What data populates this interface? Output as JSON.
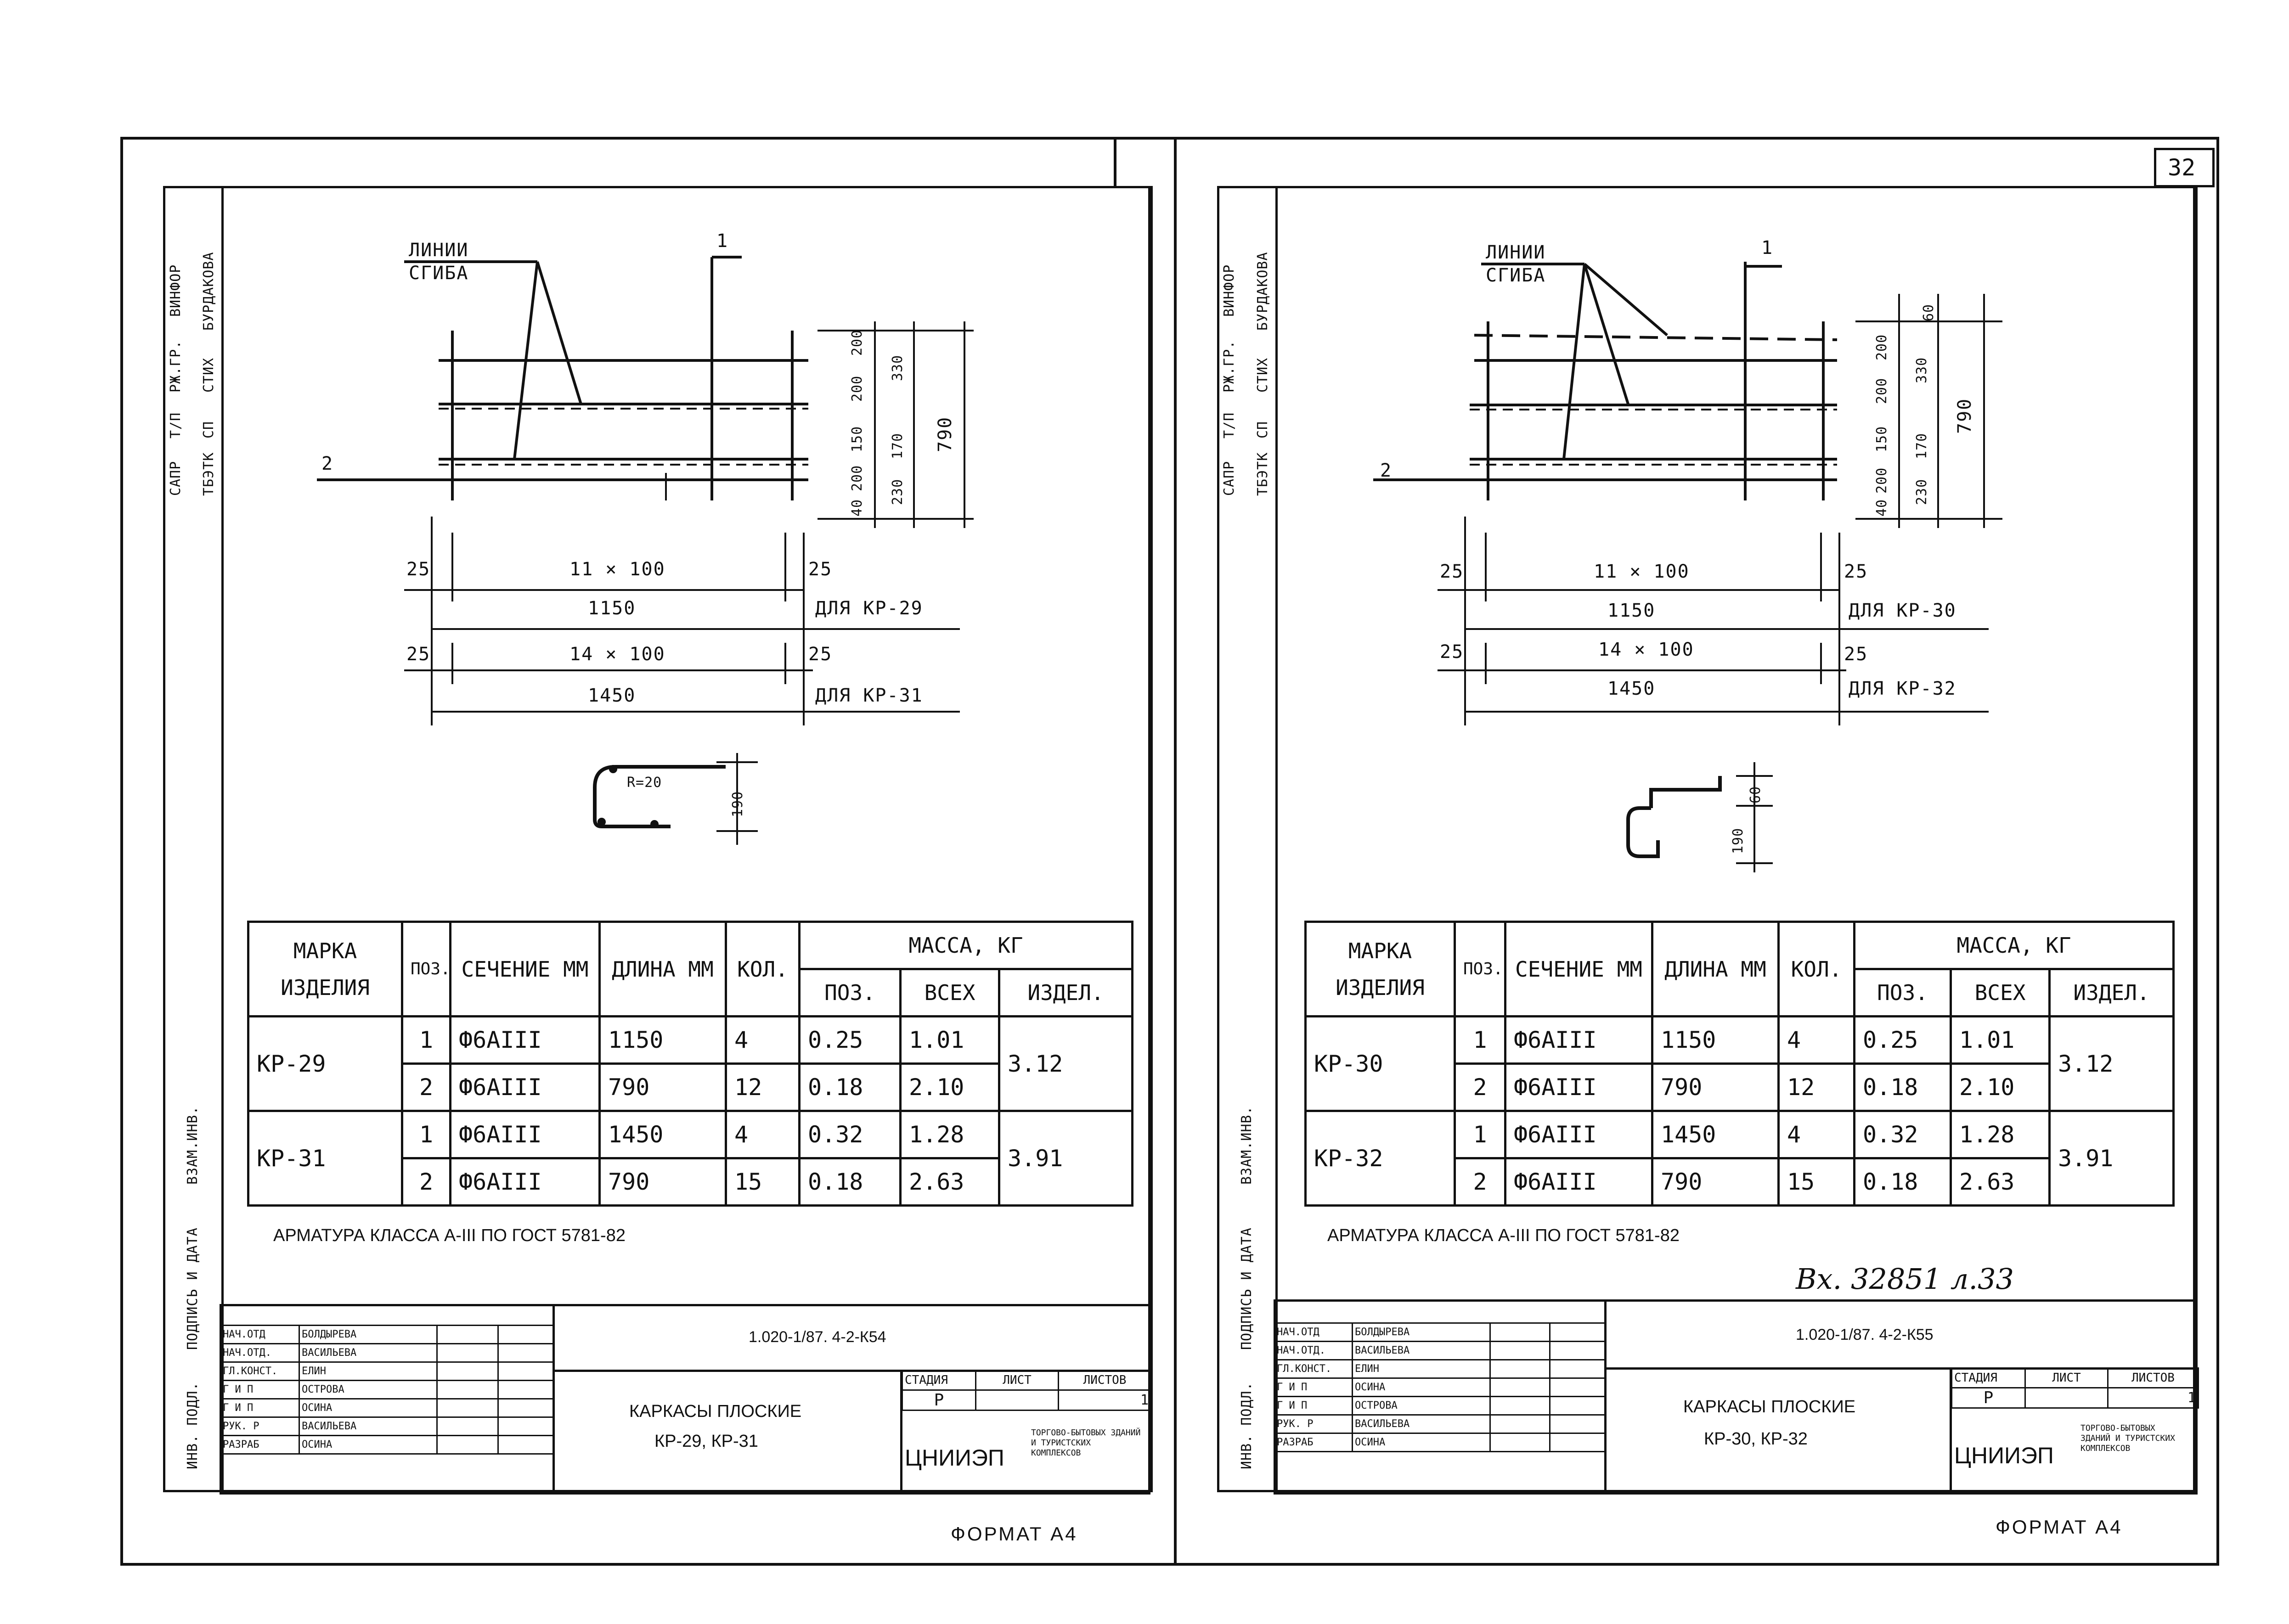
{
  "page_number": "32",
  "sheets": [
    {
      "sidebar": {
        "top": [
          [
            "САПР",
            "Т/П",
            "РЖ.ГР.",
            "ВИНФОР"
          ],
          [
            "ТБЭТК",
            "СП",
            "СТИХ",
            "БУРДАКОВА"
          ]
        ],
        "bottom": [
          "ВЗАМ.ИНВ.",
          "ПОДПИСЬ И ДАТА",
          "ИНВ. ПОДЛ."
        ]
      },
      "diagram": {
        "bend_label_1": "ЛИНИИ",
        "bend_label_2": "СГИБА",
        "leader_1": "1",
        "leader_2": "2",
        "vdims_a": [
          "200",
          "200",
          "150",
          "200",
          "40"
        ],
        "vdims_b": [
          "330",
          "170",
          "230"
        ],
        "vdims_c": "790",
        "step_1": "11 × 100",
        "total_1": "1150",
        "note_1": "ДЛЯ КР-29",
        "step_2": "14 × 100",
        "total_2": "1450",
        "note_2": "ДЛЯ КР-31",
        "end_left": "25",
        "end_right": "25",
        "bend_radius": "R=20",
        "bend_height": "190"
      },
      "table": {
        "headers": {
          "mark": "МАРКА ИЗДЕЛИЯ",
          "pos": "ПОЗ.",
          "section": "СЕЧЕНИЕ ММ",
          "length": "ДЛИНА ММ",
          "qty": "КОЛ.",
          "mass": "МАССА, КГ",
          "m_pos": "ПОЗ.",
          "m_all": "ВСЕХ",
          "m_item": "ИЗДЕЛ."
        },
        "rows": [
          {
            "mark": "КР-29",
            "pos": "1",
            "section": "Ф6АIII",
            "length": "1150",
            "qty": "4",
            "m_pos": "0.25",
            "m_all": "1.01",
            "m_item": "3.12"
          },
          {
            "mark": "",
            "pos": "2",
            "section": "Ф6АIII",
            "length": "790",
            "qty": "12",
            "m_pos": "0.18",
            "m_all": "2.10",
            "m_item": ""
          },
          {
            "mark": "КР-31",
            "pos": "1",
            "section": "Ф6АIII",
            "length": "1450",
            "qty": "4",
            "m_pos": "0.32",
            "m_all": "1.28",
            "m_item": "3.91"
          },
          {
            "mark": "",
            "pos": "2",
            "section": "Ф6АIII",
            "length": "790",
            "qty": "15",
            "m_pos": "0.18",
            "m_all": "2.63",
            "m_item": ""
          }
        ]
      },
      "note": "АРМАТУРА КЛАССА А-III ПО ГОСТ 5781-82",
      "stamp": {
        "code": "1.020-1/87.  4-2-К54",
        "roles": [
          "НАЧ.ОТД",
          "НАЧ.ОТД.",
          "ГЛ.КОНСТ.",
          "Г И П",
          "Г И П",
          "РУК. Р",
          "РАЗРАБ"
        ],
        "names": [
          "БОЛДЫРЕВА",
          "ВАСИЛЬЕВА",
          "ЕЛИН",
          "ОСТРОВА",
          "ОСИНА",
          "ВАСИЛЬЕВА",
          "ОСИНА"
        ],
        "title_1": "КАРКАСЫ ПЛОСКИЕ",
        "title_2": "КР-29, КР-31",
        "stage_h": "СТАДИЯ",
        "sheet_h": "ЛИСТ",
        "sheets_h": "ЛИСТОВ",
        "stage": "Р",
        "sheets": "1",
        "org": "ЦНИИЭП",
        "org_note": "ТОРГОВО-БЫТОВЫХ ЗДАНИЙ И ТУРИСТСКИХ КОМПЛЕКСОВ"
      },
      "format": "ФОРМАТ А4"
    },
    {
      "sidebar": {
        "top": [
          [
            "САПР",
            "Т/П",
            "РЖ.ГР.",
            "ВИНФОР"
          ],
          [
            "ТБЭТК",
            "СП",
            "СТИХ",
            "БУРДАКОВА"
          ]
        ],
        "bottom": [
          "ВЗАМ.ИНВ.",
          "ПОДПИСЬ И ДАТА",
          "ИНВ. ПОДЛ."
        ]
      },
      "diagram": {
        "bend_label_1": "ЛИНИИ",
        "bend_label_2": "СГИБА",
        "leader_1": "1",
        "leader_2": "2",
        "vdims_a": [
          "60",
          "200",
          "200",
          "150",
          "200",
          "40"
        ],
        "vdims_b": [
          "330",
          "170",
          "230"
        ],
        "vdims_c": "790",
        "step_1": "11 × 100",
        "total_1": "1150",
        "note_1": "ДЛЯ КР-30",
        "step_2": "14 × 100",
        "total_2": "1450",
        "note_2": "ДЛЯ КР-32",
        "end_left": "25",
        "end_right": "25",
        "bend_radius": "60",
        "bend_height": "190"
      },
      "table": {
        "headers": {
          "mark": "МАРКА ИЗДЕЛИЯ",
          "pos": "ПОЗ.",
          "section": "СЕЧЕНИЕ ММ",
          "length": "ДЛИНА ММ",
          "qty": "КОЛ.",
          "mass": "МАССА, КГ",
          "m_pos": "ПОЗ.",
          "m_all": "ВСЕХ",
          "m_item": "ИЗДЕЛ."
        },
        "rows": [
          {
            "mark": "КР-30",
            "pos": "1",
            "section": "Ф6АIII",
            "length": "1150",
            "qty": "4",
            "m_pos": "0.25",
            "m_all": "1.01",
            "m_item": "3.12"
          },
          {
            "mark": "",
            "pos": "2",
            "section": "Ф6АIII",
            "length": "790",
            "qty": "12",
            "m_pos": "0.18",
            "m_all": "2.10",
            "m_item": ""
          },
          {
            "mark": "КР-32",
            "pos": "1",
            "section": "Ф6АIII",
            "length": "1450",
            "qty": "4",
            "m_pos": "0.32",
            "m_all": "1.28",
            "m_item": "3.91"
          },
          {
            "mark": "",
            "pos": "2",
            "section": "Ф6АIII",
            "length": "790",
            "qty": "15",
            "m_pos": "0.18",
            "m_all": "2.63",
            "m_item": ""
          }
        ]
      },
      "note": "АРМАТУРА КЛАССА А-III ПО ГОСТ 5781-82",
      "handwritten": "Вх. 32851 л.33",
      "stamp": {
        "code": "1.020-1/87.  4-2-К55",
        "roles": [
          "НАЧ.ОТД",
          "НАЧ.ОТД.",
          "ГЛ.КОНСТ.",
          "Г И П",
          "Г И П",
          "РУК. Р",
          "РАЗРАБ"
        ],
        "names": [
          "БОЛДЫРЕВА",
          "ВАСИЛЬЕВА",
          "ЕЛИН",
          "ОСИНА",
          "ОСТРОВА",
          "ВАСИЛЬЕВА",
          "ОСИНА"
        ],
        "title_1": "КАРКАСЫ ПЛОСКИЕ",
        "title_2": "КР-30, КР-32",
        "stage_h": "СТАДИЯ",
        "sheet_h": "ЛИСТ",
        "sheets_h": "ЛИСТОВ",
        "stage": "Р",
        "sheets": "1",
        "org": "ЦНИИЭП",
        "org_note": "ТОРГОВО-БЫТОВЫХ ЗДАНИЙ И ТУРИСТСКИХ КОМПЛЕКСОВ"
      },
      "format": "ФОРМАТ А4"
    }
  ]
}
